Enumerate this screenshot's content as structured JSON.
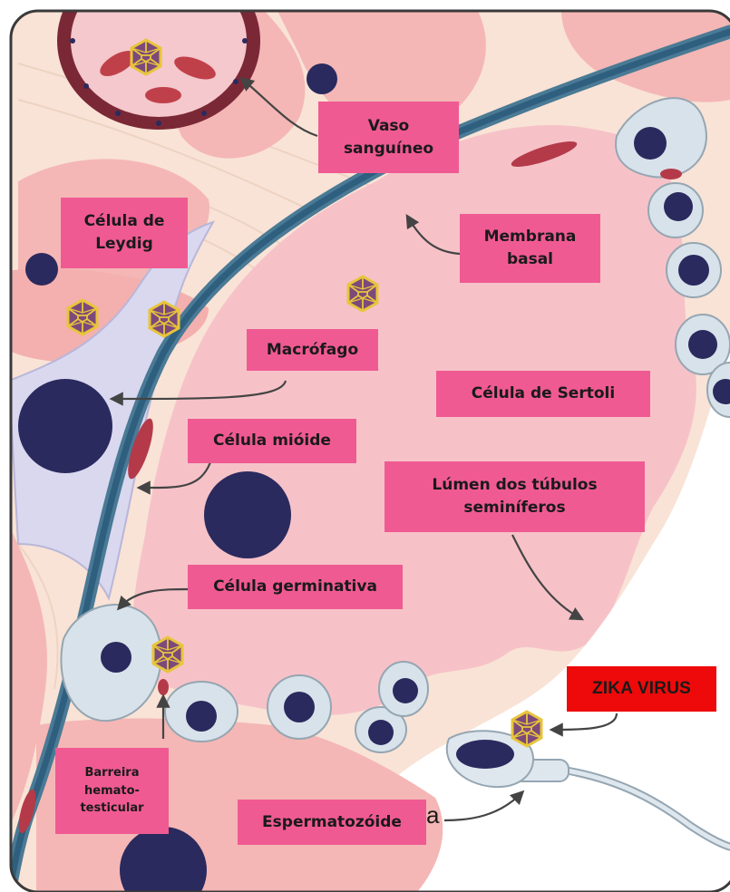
{
  "labels": {
    "vaso": "Vaso\nsanguíneo",
    "leydig": "Célula de\nLeydig",
    "membrana": "Membrana\nbasal",
    "macrofago": "Macrófago",
    "sertoli": "Célula de Sertoli",
    "mioide": "Célula mióide",
    "lumen": "Lúmen dos túbulos\nseminíferos",
    "germinativa": "Célula germinativa",
    "zika": "ZIKA VIRUS",
    "barreira": "Barreira\nhemato-\ntesticular",
    "espermatozoide": "Espermatozóide",
    "stray_letter": "a"
  },
  "colors": {
    "label_fill": "#f05a92",
    "zika_fill": "#ee0a0a",
    "sertoli_fill": "#f6c2c8",
    "interstitium": "#f9e3d6",
    "membrane": "#2f5f7e",
    "nucleus": "#2a2a5e",
    "virus": "#e8c53a"
  }
}
